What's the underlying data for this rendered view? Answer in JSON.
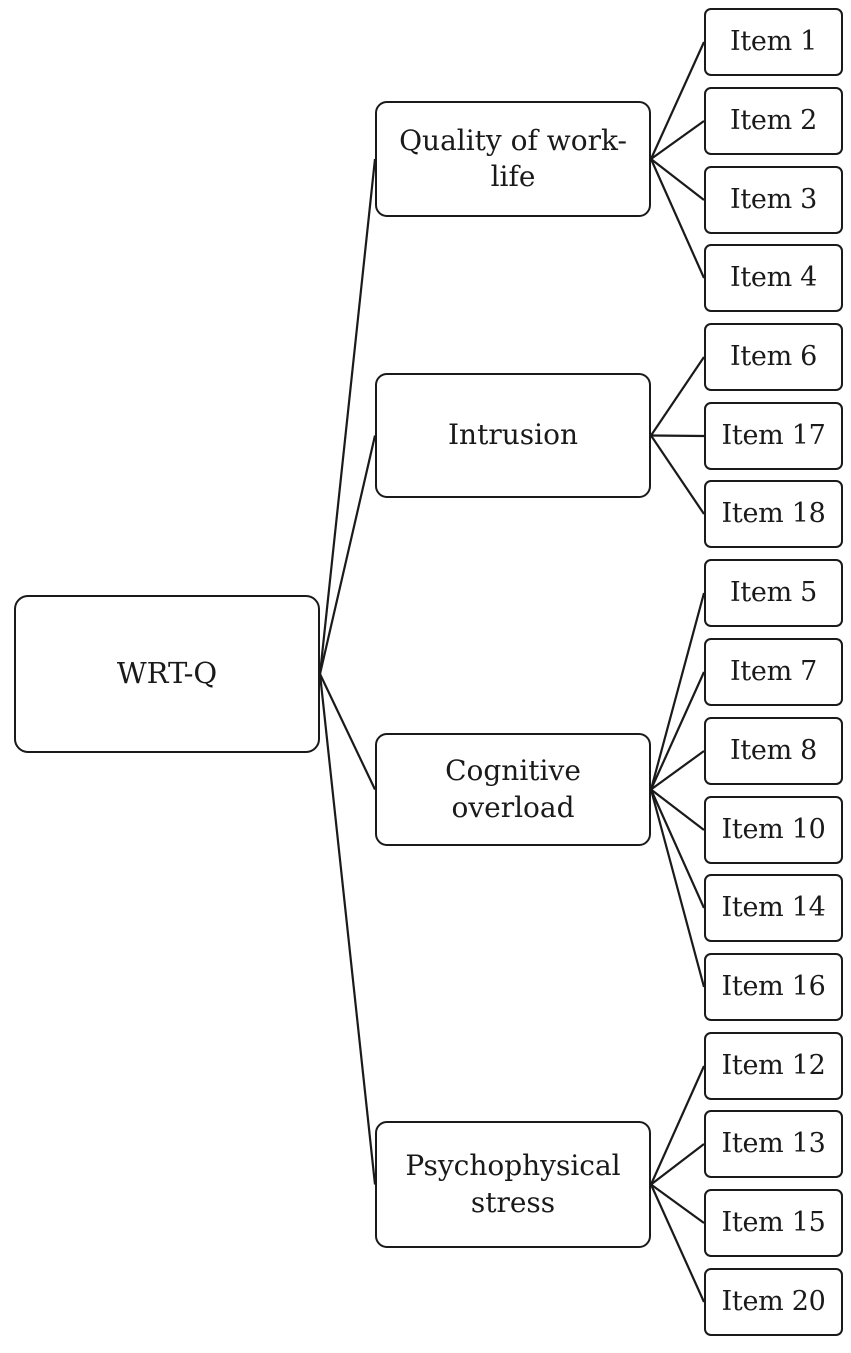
{
  "root": {
    "label": "WRT-Q"
  },
  "factors": [
    {
      "id": "quality",
      "label": "Quality of work-life",
      "items": [
        "Item 1",
        "Item 2",
        "Item 3",
        "Item 4"
      ]
    },
    {
      "id": "intrusion",
      "label": "Intrusion",
      "items": [
        "Item 6",
        "Item 17",
        "Item 18"
      ]
    },
    {
      "id": "cognitive",
      "label": "Cognitive overload",
      "items": [
        "Item 5",
        "Item 7",
        "Item 8",
        "Item 10",
        "Item 14",
        "Item 16"
      ]
    },
    {
      "id": "psychophysical",
      "label": "Psychophysical stress",
      "items": [
        "Item 12",
        "Item 13",
        "Item 15",
        "Item 20"
      ]
    }
  ],
  "colors": {
    "stroke": "#1a1a1a",
    "background": "#ffffff"
  }
}
